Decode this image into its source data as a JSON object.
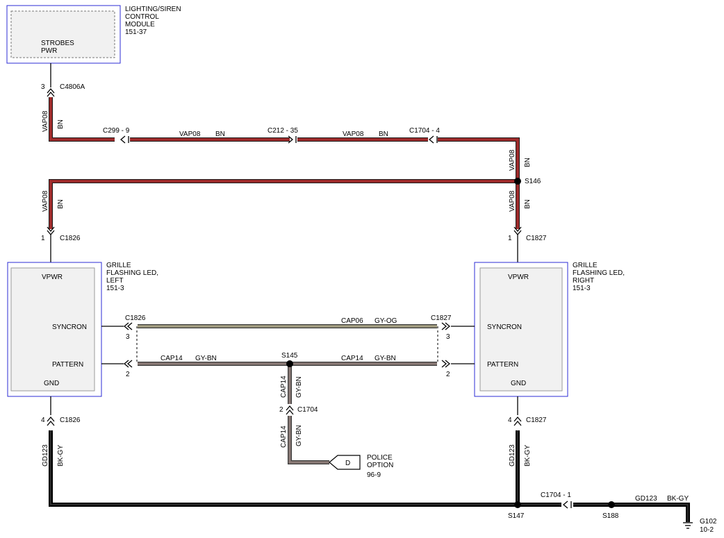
{
  "modules": {
    "lighting_siren": {
      "title_lines": [
        "LIGHTING/SIREN",
        "CONTROL",
        "MODULE",
        "151-37"
      ],
      "pin_lines": [
        "STROBES",
        "PWR"
      ]
    },
    "grille_left": {
      "title_lines": [
        "GRILLE",
        "FLASHING LED,",
        "LEFT",
        "151-3"
      ],
      "pins": {
        "vpwr": "VPWR",
        "syncron": "SYNCRON",
        "pattern": "PATTERN",
        "gnd": "GND"
      }
    },
    "grille_right": {
      "title_lines": [
        "GRILLE",
        "FLASHING LED,",
        "RIGHT",
        "151-3"
      ],
      "pins": {
        "vpwr": "VPWR",
        "syncron": "SYNCRON",
        "pattern": "PATTERN",
        "gnd": "GND"
      }
    }
  },
  "connectors": {
    "c4806a": {
      "pin": "3",
      "name": "C4806A"
    },
    "c299": "C299 - 9",
    "c212": "C212 - 35",
    "c1704_top": "C1704 - 4",
    "c1826_top": {
      "pin": "1",
      "name": "C1826"
    },
    "c1827_top": {
      "pin": "1",
      "name": "C1827"
    },
    "c1826_mid": {
      "name": "C1826",
      "pin_syncron": "3",
      "pin_pattern": "2"
    },
    "c1827_mid": {
      "name": "C1827",
      "pin_syncron": "3",
      "pin_pattern": "2"
    },
    "c1704_mid": {
      "pin": "2",
      "name": "C1704"
    },
    "c1826_bot": {
      "pin": "4",
      "name": "C1826"
    },
    "c1827_bot": {
      "pin": "4",
      "name": "C1827"
    },
    "c1704_bot": "C1704 - 1"
  },
  "splices": {
    "s146": "S146",
    "s145": "S145",
    "s147": "S147",
    "s188": "S188"
  },
  "circuits": {
    "vap08": "VAP08",
    "bn": "BN",
    "cap06": "CAP06",
    "gy_og": "GY-OG",
    "cap14": "CAP14",
    "gy_bn": "GY-BN",
    "gd123": "GD123",
    "bk_gy": "BK-GY"
  },
  "police_option": {
    "marker": "D",
    "label_lines": [
      "POLICE",
      "OPTION"
    ],
    "ref": "96-9"
  },
  "ground": {
    "name": "G102",
    "ref": "10-2"
  },
  "wire_colors": {
    "bn": "#9e2b2b",
    "gy_og": "#a59f83",
    "gy_bn": "#8a7a76",
    "bk_gy": "#444444",
    "module_border": "#2b2bd6"
  }
}
